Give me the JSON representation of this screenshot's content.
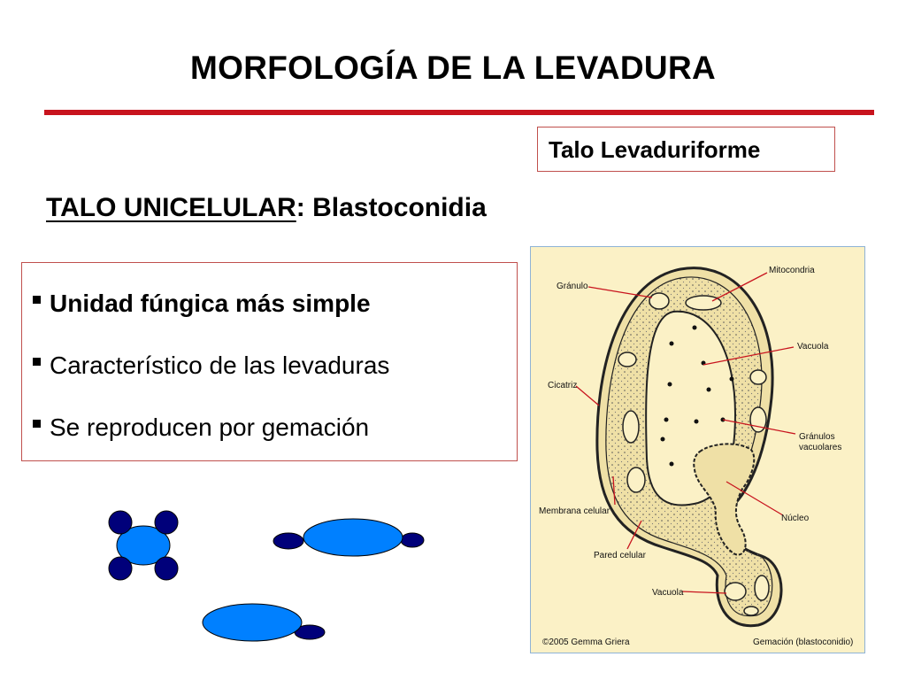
{
  "slide": {
    "title": "MORFOLOGÍA DE LA LEVADURA",
    "accent_color": "#c8141e",
    "box_border_color": "#c0504d"
  },
  "tag": {
    "label": "Talo Levaduriforme"
  },
  "subtitle": {
    "underlined": "TALO UNICELULAR",
    "rest": ": Blastoconidia"
  },
  "bullets": [
    {
      "text": "Unidad fúngica más simple"
    },
    {
      "text": "Característico de las levaduras"
    },
    {
      "text": "Se reproducen por gemación"
    }
  ],
  "budding_illustration": {
    "mother_color": "#0080ff",
    "bud_color": "#00007a"
  },
  "cell_diagram": {
    "background_color": "#fbf1c6",
    "label_line_color": "#c8141e",
    "labels": {
      "granulo": "Gránulo",
      "mitocondria": "Mitocondria",
      "vacuola_top": "Vacuola",
      "cicatriz": "Cicatriz",
      "granulos_vacuolares_1": "Gránulos",
      "granulos_vacuolares_2": "vacuolares",
      "membrana": "Membrana celular",
      "nucleo": "Núcleo",
      "pared": "Pared celular",
      "vacuola_bottom": "Vacuola",
      "copyright": "©2005 Gemma Griera",
      "caption": "Gemación (blastoconidio)"
    }
  }
}
